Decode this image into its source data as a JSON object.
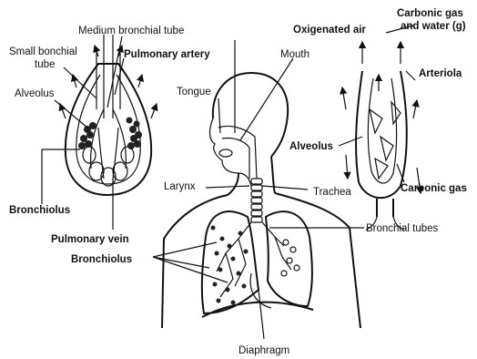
{
  "labels": {
    "medium_bronchial_tube": "Medium bronchial tube",
    "small_bronchial_tube_1": "Small bonchial",
    "small_bronchial_tube_2": "tube",
    "pulmonary_artery": "Pulmonary artery",
    "alveolus_left": "Alveolus",
    "bronchiolus_left": "Bronchiolus",
    "pulmonary_vein": "Pulmonary vein",
    "bronchiolus_center": "Bronchiolus",
    "tongue": "Tongue",
    "mouth": "Mouth",
    "larynx": "Larynx",
    "trachea": "Trachea",
    "bronchial_tubes": "Bronchial tubes",
    "diaphragm": "Diaphragm",
    "oxigenated_air": "Oxigenated air",
    "carbonic_gas_water_1": "Carbonic gas",
    "carbonic_gas_water_2": "and water (g)",
    "arteriola": "Arteriola",
    "alveolus_right": "Alveolus",
    "carbonic_gas": "Carbonic gas"
  }
}
